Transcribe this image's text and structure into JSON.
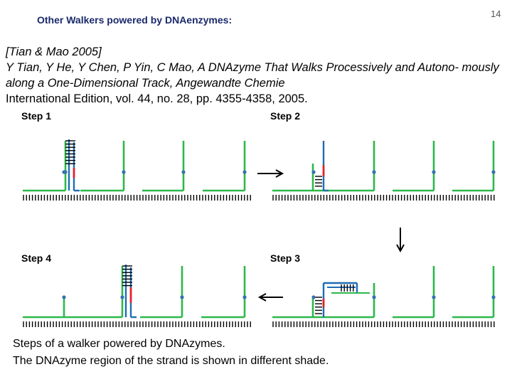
{
  "slide": {
    "title": "Other Walkers powered by DNAenzymes:",
    "page_number": "14"
  },
  "citation": {
    "tag": "[Tian & Mao 2005]",
    "authors_title": "Y Tian, Y He, Y Chen, P Yin, C Mao, A DNAzyme That Walks Processively and Autono- mously along a One-Dimensional Track, Angewandte Chemie",
    "publication": "International Edition, vol. 44, no. 28, pp. 4355-4358, 2005."
  },
  "figure": {
    "step_labels": [
      "Step 1",
      "Step 2",
      "Step 3",
      "Step 4"
    ],
    "colors": {
      "track": "#2db84b",
      "walker": "#1f6db5",
      "dnazyme": "#e5202e",
      "dot": "#3a6fb0",
      "ink": "#000000"
    }
  },
  "caption": {
    "line1": "Steps of a walker powered by DNAzymes.",
    "line2": "The DNAzyme region of the strand is shown in different shade."
  }
}
